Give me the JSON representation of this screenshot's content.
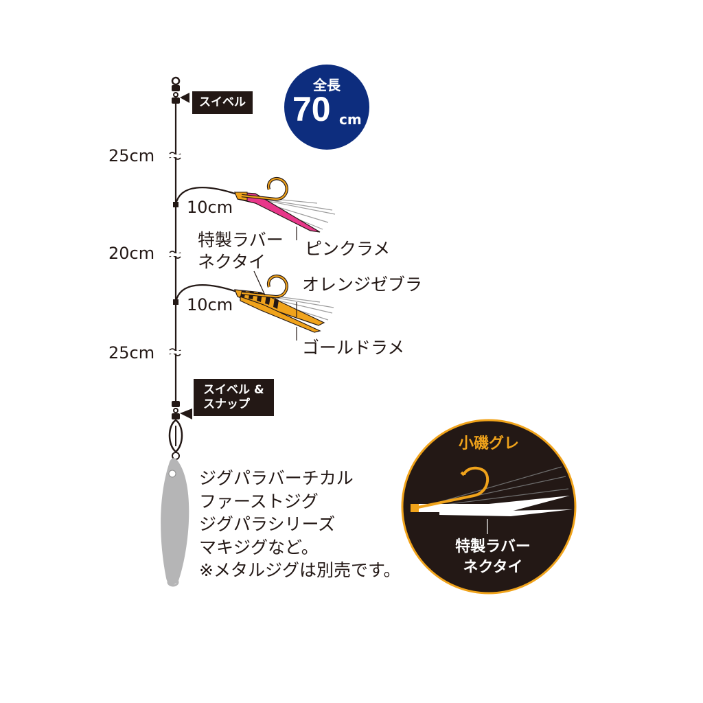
{
  "colors": {
    "line": "#231815",
    "badge_blue": "#0d2d7e",
    "pink": "#e8378a",
    "gold": "#f0a31b",
    "circle_bg": "#231815",
    "lure": "#b5b5b6"
  },
  "swivel_top": {
    "label": "スイベル"
  },
  "swivel_bottom": {
    "label": "スイベル &\nスナップ"
  },
  "badge": {
    "caption": "全長",
    "value": "70",
    "unit": "cm"
  },
  "segments": [
    {
      "length": "25cm"
    },
    {
      "length": "20cm"
    },
    {
      "length": "25cm"
    }
  ],
  "branches": [
    {
      "length": "10cm",
      "color_name": "ピンクラメ"
    },
    {
      "length": "10cm",
      "color_names": [
        "オレンジゼブラ",
        "ゴールドラメ"
      ]
    }
  ],
  "tie_label": "特製ラバー\nネクタイ",
  "compatible_note": "ジグパラバーチカル\nファーストジグ\nジグパラシリーズ\nマキジグなど。\n※メタルジグは別売です。",
  "detail_circle": {
    "hook_label": "小磯グレ",
    "tie_label": "特製ラバー\nネクタイ"
  },
  "icons": [
    "swivel-icon",
    "snap-icon",
    "hook-icon",
    "metal-jig-icon"
  ]
}
